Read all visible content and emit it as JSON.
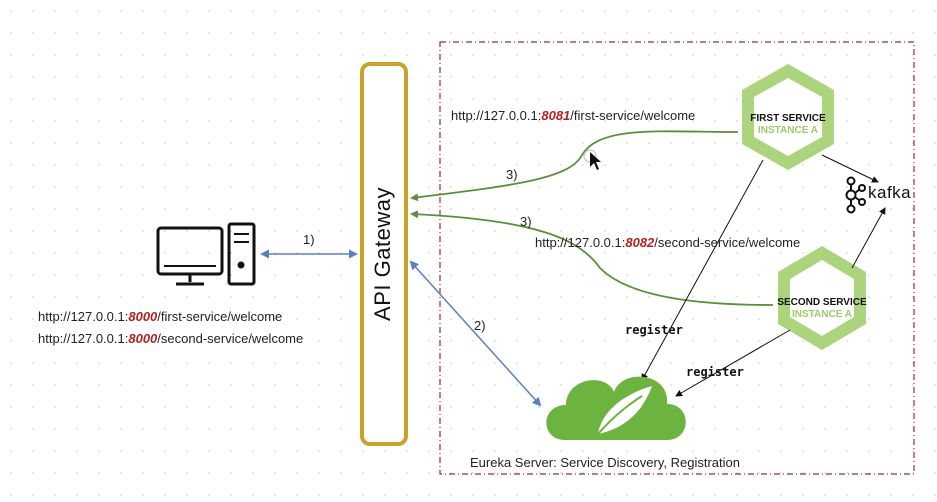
{
  "client": {
    "url1": {
      "prefix": "http://127.0.0.1:",
      "port": "8000",
      "suffix": "/first-service/welcome"
    },
    "url2": {
      "prefix": "http://127.0.0.1:",
      "port": "8000",
      "suffix": "/second-service/welcome"
    }
  },
  "gateway": {
    "label": "API Gateway"
  },
  "steps": {
    "s1": "1)",
    "s2": "2)",
    "s3a": "3)",
    "s3b": "3)"
  },
  "first_service": {
    "name": "FIRST SERVICE",
    "instance": "INSTANCE A",
    "url": {
      "prefix": "http://127.0.0.1:",
      "port": "8081",
      "suffix": "/first-service/welcome"
    }
  },
  "second_service": {
    "name": "SECOND SERVICE",
    "instance": "INSTANCE A",
    "url": {
      "prefix": "http://127.0.0.1:",
      "port": "8082",
      "suffix": "/second-service/welcome"
    }
  },
  "kafka": {
    "label": "kafka"
  },
  "register": {
    "r1": "register",
    "r2": "register"
  },
  "eureka": {
    "label": "Eureka Server: Service Discovery, Registration"
  },
  "colors": {
    "gateway_border": "#c9a227",
    "flow_green": "#5a8f3c",
    "client_arrow": "#5b7fc4",
    "boundary": "#a52a2a",
    "port": "#b22222",
    "spring_green": "#6db33f"
  }
}
